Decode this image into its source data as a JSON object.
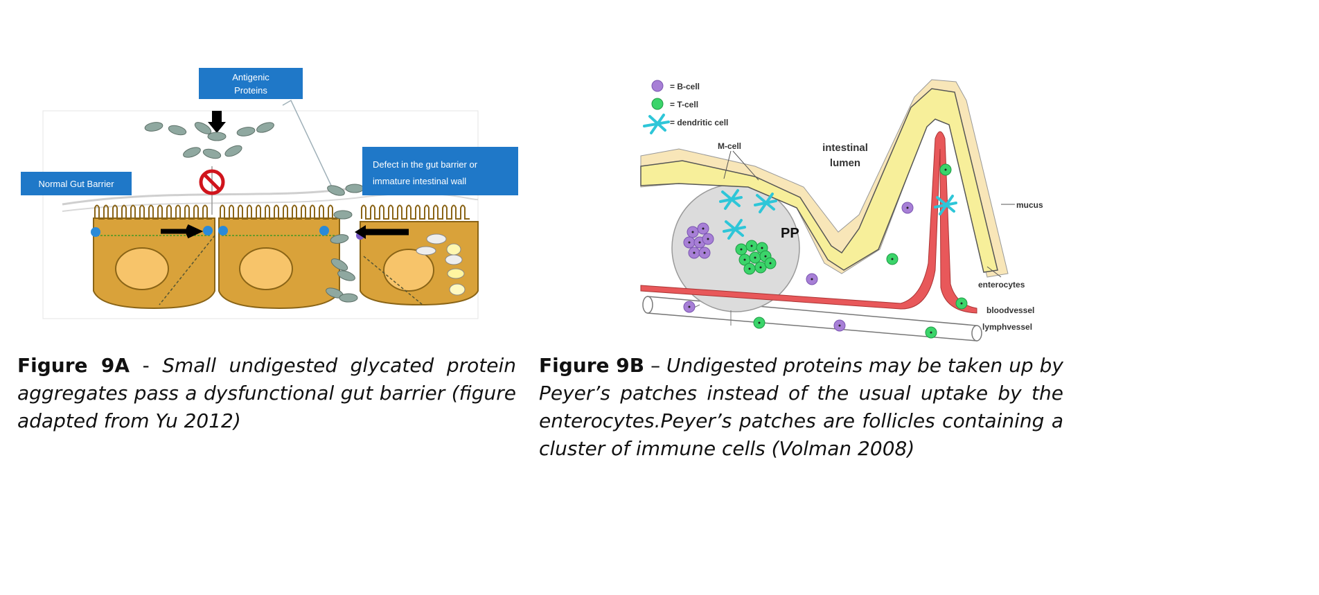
{
  "figure_9a": {
    "labels": {
      "antigenic_line1": "Antigenic",
      "antigenic_line2": "Proteins",
      "normal": "Normal Gut Barrier",
      "defect_line1": "Defect in the gut barrier or",
      "defect_line2": "immature  intestinal wall"
    },
    "caption": {
      "title": "Figure 9A",
      "sep": " - ",
      "text": "Small undigested glycated protein aggregates pass a dysfunctional gut barrier (figure adapted from Yu 2012)"
    },
    "colors": {
      "box": "#1f78c8",
      "cell": "#d9a23a",
      "nucleus": "#f7c46a",
      "protein": "#8fa8a0",
      "no_sign": "#d0141c"
    }
  },
  "figure_9b": {
    "legend": [
      {
        "label": "= B-cell",
        "icon": "b-cell-icon",
        "color": "#a77fd6"
      },
      {
        "label": "= T-cell",
        "icon": "t-cell-icon",
        "color": "#3bd46a"
      },
      {
        "label": "= dendritic cell",
        "icon": "dendritic-cell-icon",
        "color": "#2ec6d8"
      }
    ],
    "labels": {
      "m_cell": "M-cell",
      "lumen_line1": "intestinal",
      "lumen_line2": "lumen",
      "pp": "PP",
      "mucus": "mucus",
      "enterocytes": "enterocytes",
      "bloodvessel": "bloodvessel",
      "lymphvessel": "lymphvessel"
    },
    "caption": {
      "title": "Figure 9B",
      "sep": " – ",
      "text": "Undigested proteins may be taken up by Peyer’s patches instead of the usual uptake by the enterocytes.Peyer’s patches are follicles containing a cluster of immune cells (Volman 2008)"
    },
    "colors": {
      "epithelium": "#f7ef9a",
      "mucus": "#f8e6b8",
      "blood": "#e8585a",
      "pp": "#dcdcdc"
    }
  }
}
